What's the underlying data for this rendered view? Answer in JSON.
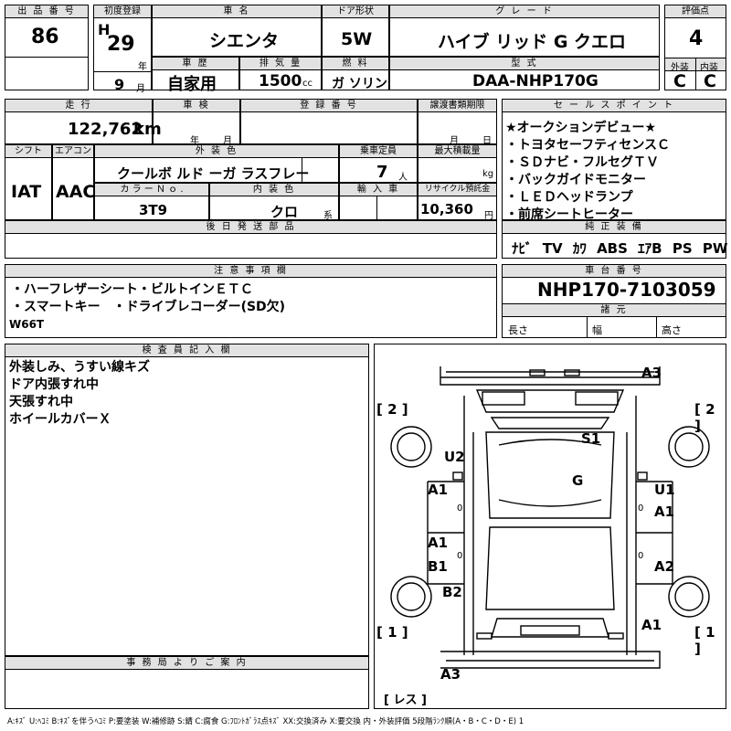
{
  "lot": {
    "label": "出 品 番 号",
    "value": "86"
  },
  "first_reg": {
    "label": "初度登録",
    "era": "H",
    "year": "29",
    "year_unit": "年",
    "month": "9",
    "month_unit": "月"
  },
  "car_name": {
    "label": "車 名",
    "value": "シエンタ"
  },
  "door": {
    "label": "ドア形状",
    "value": "5W"
  },
  "grade": {
    "label": "グ レ ー ド",
    "value": "ハイブ リッド G クエロ"
  },
  "score": {
    "label": "評価点",
    "value": "4",
    "ext_label": "外装",
    "int_label": "内装",
    "ext": "C",
    "int": "C"
  },
  "history": {
    "label": "車 歴",
    "value": "自家用"
  },
  "displacement": {
    "label": "排 気 量",
    "value": "1500",
    "unit": "cc"
  },
  "fuel": {
    "label": "燃 料",
    "value": "ガ ソリン"
  },
  "model_code": {
    "label": "型 式",
    "value": "DAA-NHP170G"
  },
  "mileage": {
    "label": "走 行",
    "value": "122,762",
    "unit": "km"
  },
  "inspection": {
    "label": "車 検",
    "year_unit": "年",
    "month_unit": "月"
  },
  "registration": {
    "label": "登 録 番 号"
  },
  "transfer": {
    "label": "譲渡書類期限",
    "month_unit": "月",
    "day_unit": "日"
  },
  "shift": {
    "label": "シフト",
    "value": "IAT"
  },
  "aircon": {
    "label": "エアコン",
    "value": "AAC"
  },
  "ext_color": {
    "label": "外 装 色",
    "value": "クールボ ルド ーガ ラスフレー"
  },
  "capacity": {
    "label": "乗車定員",
    "value": "7",
    "unit": "人"
  },
  "max_load": {
    "label": "最大積載量",
    "unit": "kg"
  },
  "color_no": {
    "label": "カ ラ ー Ｎ ｏ .",
    "value": "3T9"
  },
  "int_color": {
    "label": "内 装 色",
    "value": "クロ",
    "unit": "系"
  },
  "import": {
    "label": "輸 入 車"
  },
  "recycle": {
    "label": "リサイクル預託金",
    "value": "10,360",
    "unit": "円"
  },
  "later_parts": {
    "label": "後 日 発 送 部 品"
  },
  "sales_points": {
    "label": "セ ー ル ス ポ イ ン ト",
    "items": [
      "★オークションデビュー★",
      "・トヨタセーフティセンスＣ",
      "・ＳＤナビ・フルセグＴＶ",
      "・バックガイドモニター",
      "・ＬＥＤヘッドランプ",
      "・前席シートヒーター"
    ]
  },
  "equipment": {
    "label": "純 正 装 備",
    "items": [
      "ﾅﾋﾞ",
      "TV",
      "ｶﾜ",
      "ABS",
      "ｴｱB",
      "PS",
      "PW"
    ]
  },
  "notes": {
    "label": "注 意 事 項 欄",
    "lines": [
      "・ハーフレザーシート・ビルトインＥＴＣ",
      "・スマートキー　・ドライブレコーダー(SD欠)",
      "W66T"
    ]
  },
  "chassis": {
    "label": "車 台 番 号",
    "value": "NHP170-7103059"
  },
  "dims": {
    "label": "諸 元",
    "length": "長さ",
    "width": "幅",
    "height": "高さ"
  },
  "inspector": {
    "label": "検 査 員 記 入 欄",
    "lines": [
      "外装しみ、うすい線キズ",
      "ドア内張すれ中",
      "天張すれ中",
      "ホイールカバーＸ"
    ]
  },
  "office": {
    "label": "事 務 局 よ り ご 案 内"
  },
  "legend": "A:ｷｽﾞ U:ﾍｺﾐ B:ｷｽﾞを伴うﾍｺﾐ P:要塗装 W:補修跡 S:錆 C:腐食 G:ﾌﾛﾝﾄｶﾞﾗｽ点ｷｽﾞ XX:交換済み X:要交換 内・外装評価 5段階ﾗﾝｸ順(A・B・C・D・E) 1",
  "diagram": {
    "marks": [
      "A3",
      "[ 2 ]",
      "[ 2 ]",
      "S1",
      "U2",
      "G",
      "A1",
      "U1",
      "A1",
      "A1",
      "B1",
      "A2",
      "B2",
      "A1",
      "[ 1 ]",
      "[ 1 ]",
      "A3",
      "[ レス ]"
    ],
    "zeros": [
      "0",
      "0",
      "0",
      "0"
    ]
  }
}
